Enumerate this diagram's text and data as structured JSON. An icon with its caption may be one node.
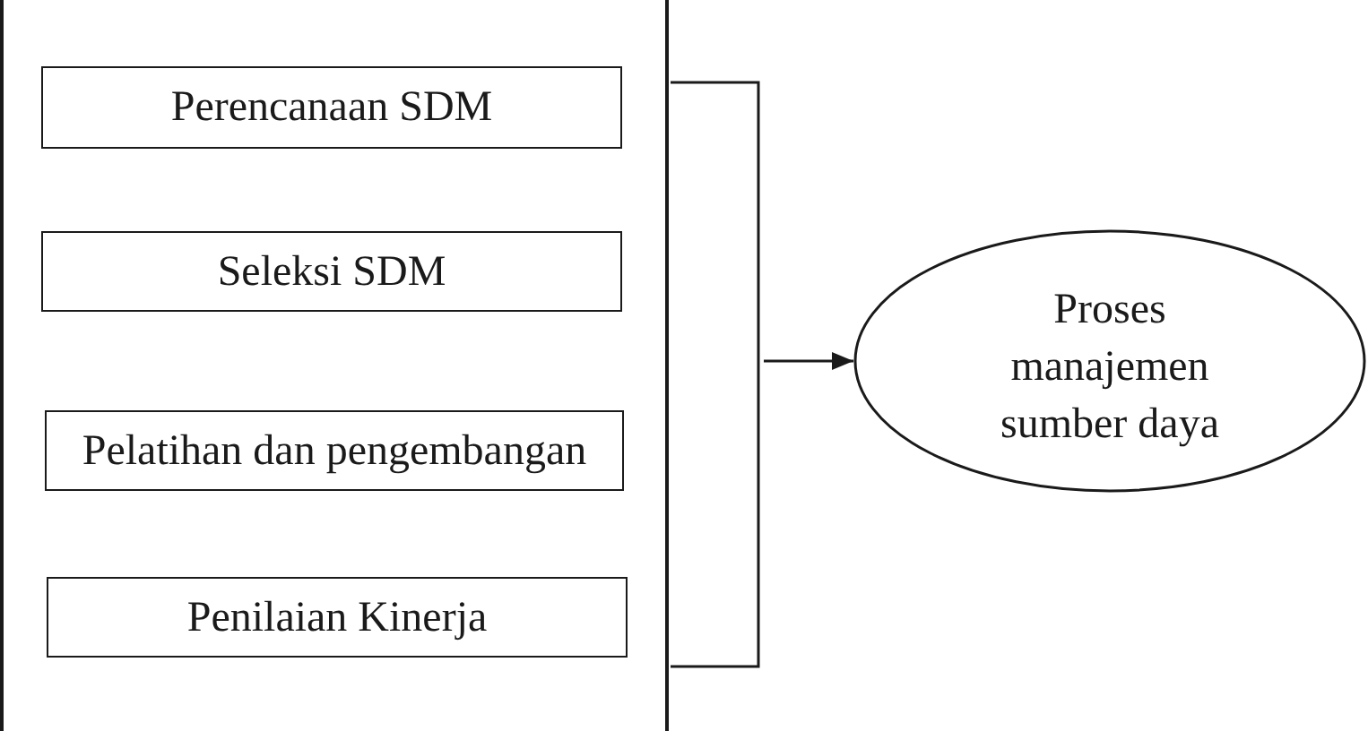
{
  "diagram": {
    "nodes": [
      {
        "text": [],
        "shape": "box"
      },
      {
        "text": [
          "Perencanaan SDM"
        ],
        "in": 0
      },
      {
        "text": [
          "Seleksi SDM"
        ],
        "in": 0
      },
      {
        "text": [
          "Pelatihan dan pengembangan"
        ],
        "in": 0
      },
      {
        "text": [
          "Penilaian Kinerja"
        ],
        "in": 0
      },
      {
        "text": [
          "Proses manajemen sumber daya"
        ]
      }
    ],
    "edges": [
      {
        "from": 0,
        "to": 5,
        "arrow": "to"
      }
    ]
  }
}
